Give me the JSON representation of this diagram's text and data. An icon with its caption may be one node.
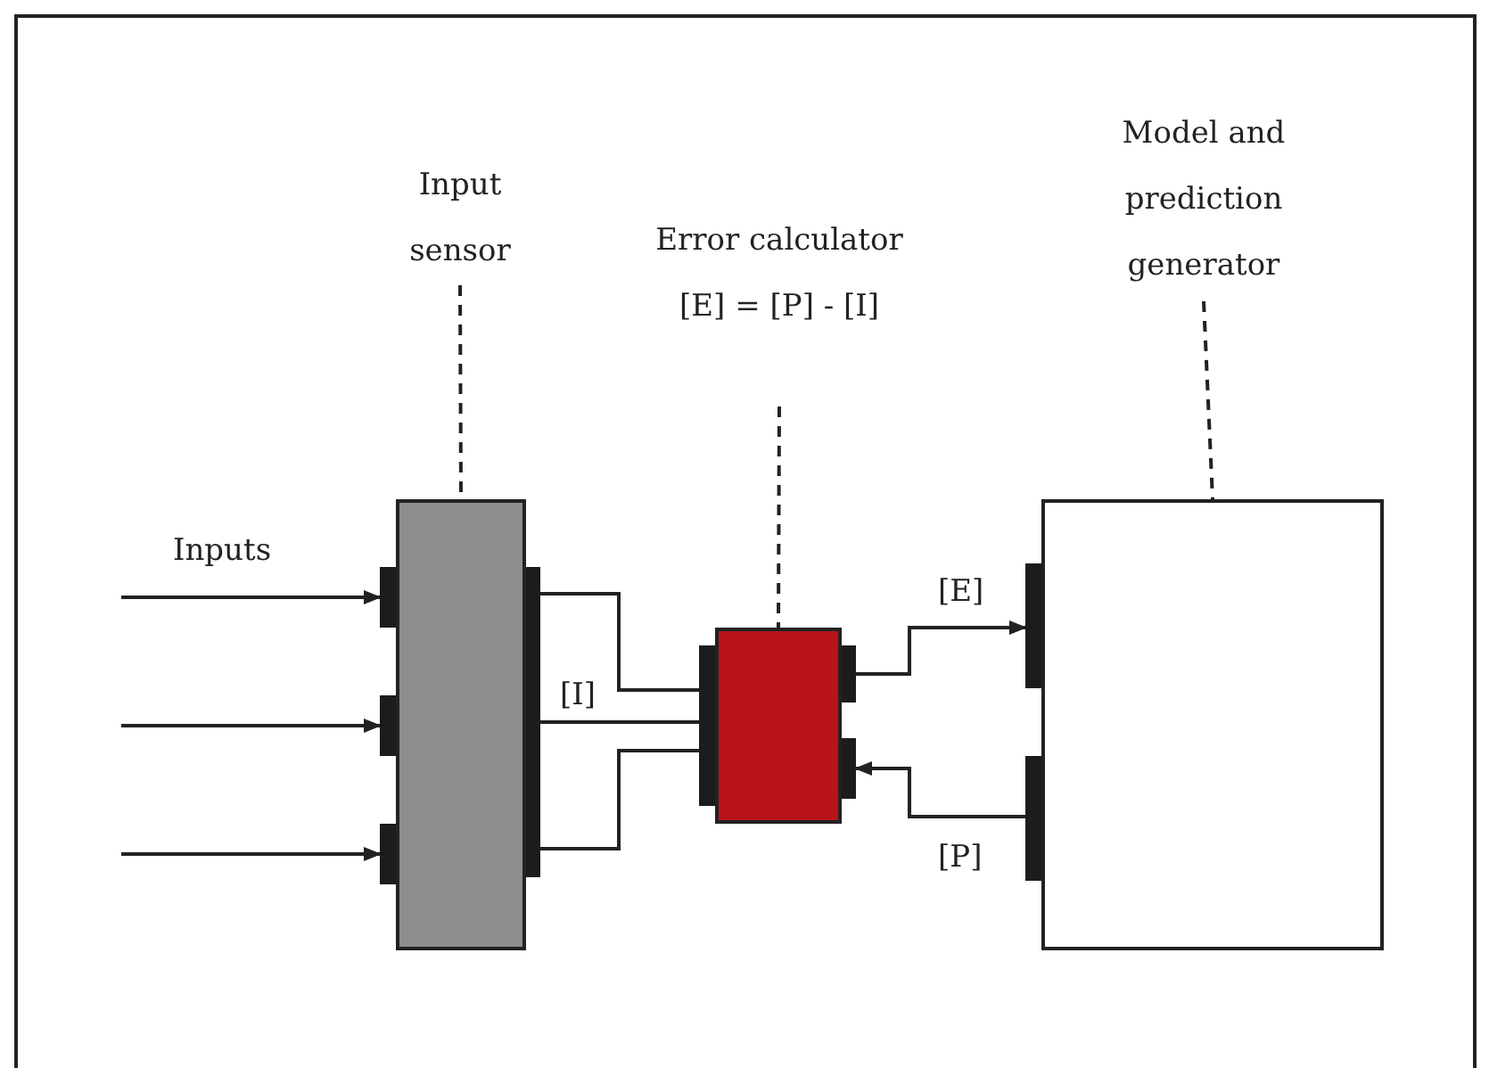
{
  "diagram": {
    "nodes": [
      {
        "text": [
          "Input sensor"
        ]
      },
      {
        "text": [
          "Error calculator",
          "[E] = [P] - [I]"
        ]
      },
      {
        "text": [
          "Model and prediction generator"
        ]
      },
      {
        "text": [],
        "shape": "box"
      },
      {
        "text": [],
        "shape": "box"
      },
      {
        "text": [],
        "shape": "box"
      }
    ],
    "edges": [
      {
        "from": 0,
        "to": 3,
        "arrow": "none",
        "style": "dashed"
      },
      {
        "from": 1,
        "to": 4,
        "arrow": "none",
        "style": "dashed"
      },
      {
        "from": 2,
        "to": 5,
        "arrow": "none",
        "style": "dashed"
      },
      {
        "from": null,
        "to": 3,
        "arrow": "to"
      },
      {
        "from": null,
        "to": 3,
        "arrow": "to"
      },
      {
        "from": null,
        "to": 3,
        "arrow": "to"
      },
      {
        "from": 3,
        "to": 4,
        "arrow": "none"
      },
      {
        "from": 3,
        "to": 4,
        "arrow": "none",
        "label": "[I]"
      },
      {
        "from": 3,
        "to": 4,
        "arrow": "none"
      },
      {
        "from": 4,
        "to": 5,
        "arrow": "to",
        "label": "[E]"
      },
      {
        "from": 5,
        "to": 4,
        "arrow": "to",
        "label": "[P]"
      }
    ],
    "labels": [
      "Inputs"
    ]
  }
}
